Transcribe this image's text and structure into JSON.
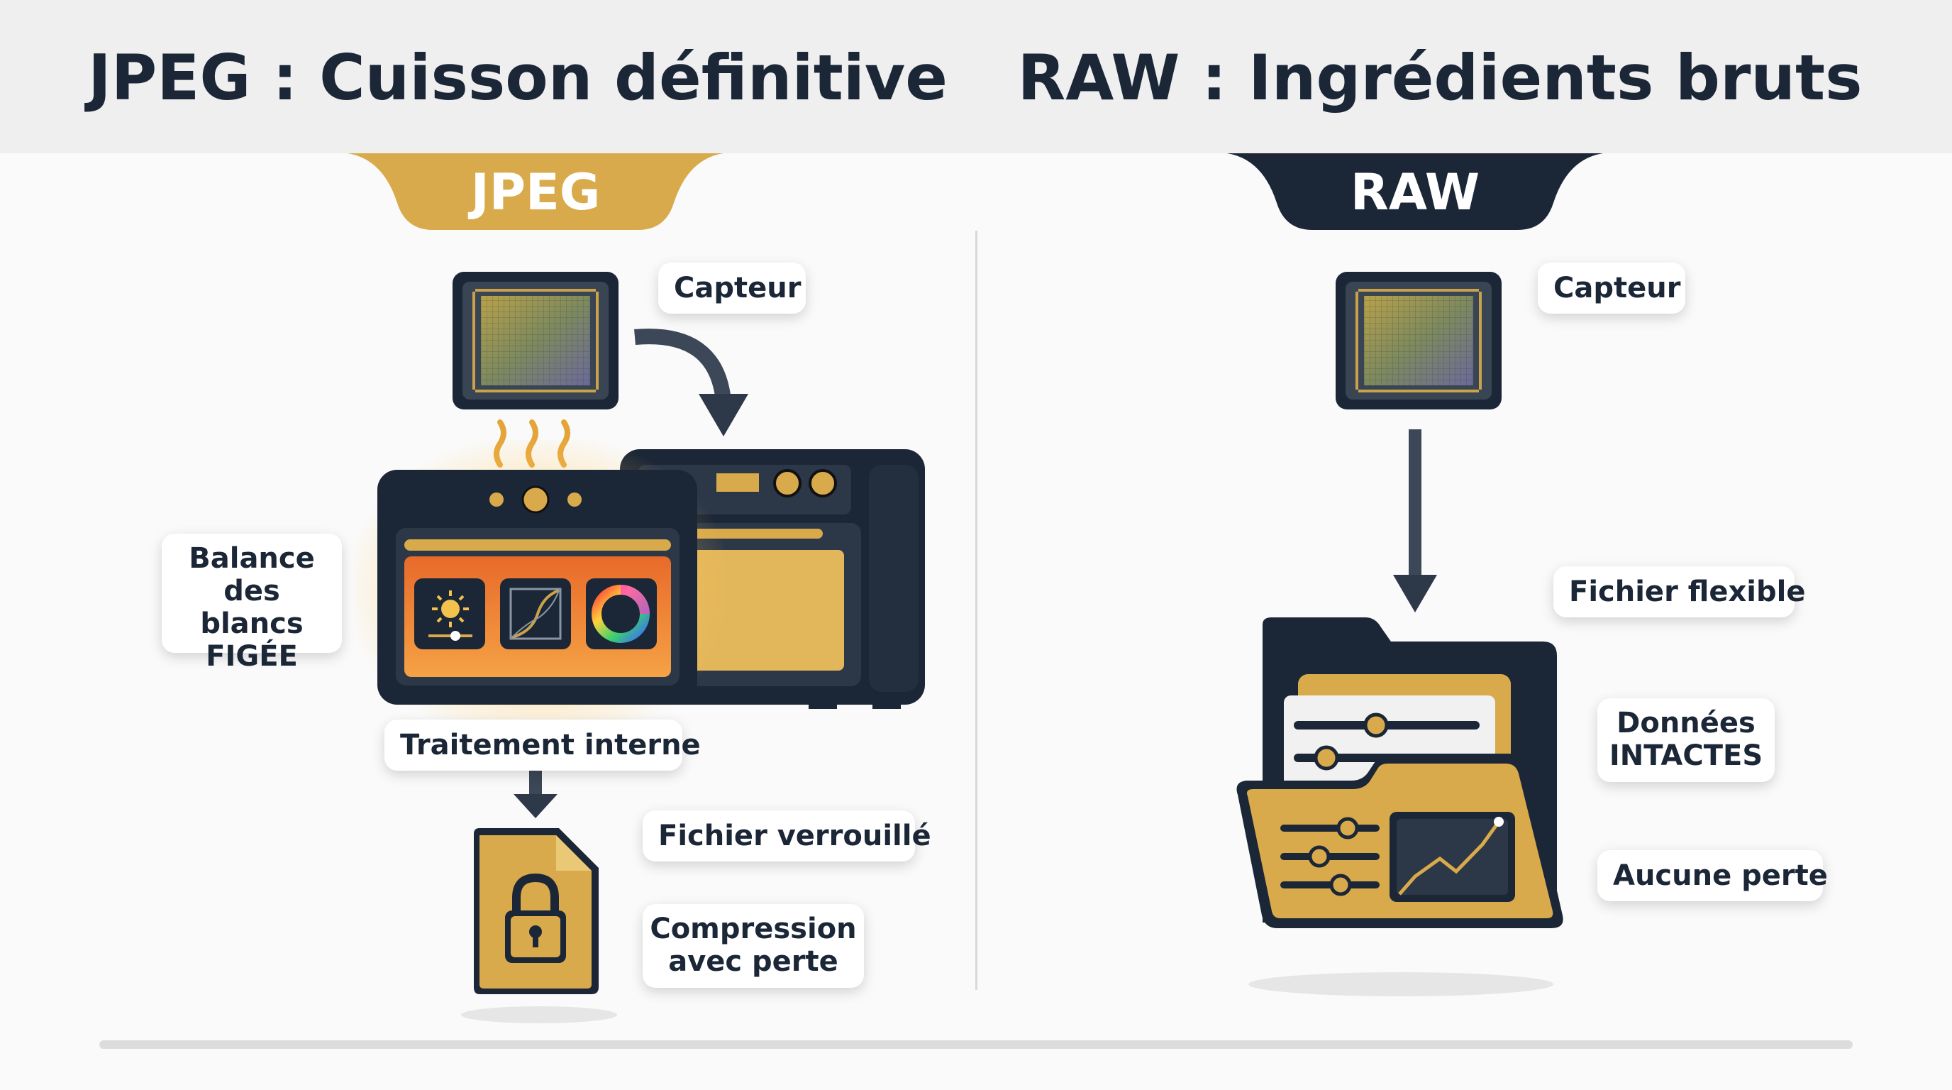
{
  "titles": {
    "left": "JPEG : Cuisson définitive",
    "right": "RAW : Ingrédients bruts"
  },
  "banners": {
    "jpeg": "JPEG",
    "raw": "RAW"
  },
  "jpeg": {
    "sensor_label": "Capteur",
    "white_balance_line1": "Balance",
    "white_balance_line2": "des blancs",
    "white_balance_line3": "FIGÉE",
    "processing_label": "Traitement interne",
    "locked_label": "Fichier verrouillé",
    "compression_line1": "Compression",
    "compression_line2": "avec perte"
  },
  "raw": {
    "sensor_label": "Capteur",
    "flexible_label": "Fichier flexible",
    "data_line1": "Données",
    "data_line2": "INTACTES",
    "lossless_label": "Aucune perte"
  },
  "colors": {
    "navy": "#1b2637",
    "gold": "#d9aa4b",
    "orange": "#f08a3c"
  },
  "icons": [
    "sensor-chip-icon",
    "oven-icon",
    "arrow-down-icon",
    "locked-file-icon",
    "folder-icon",
    "sliders-icon",
    "chart-icon",
    "sun-icon",
    "color-wheel-icon",
    "curve-icon"
  ]
}
